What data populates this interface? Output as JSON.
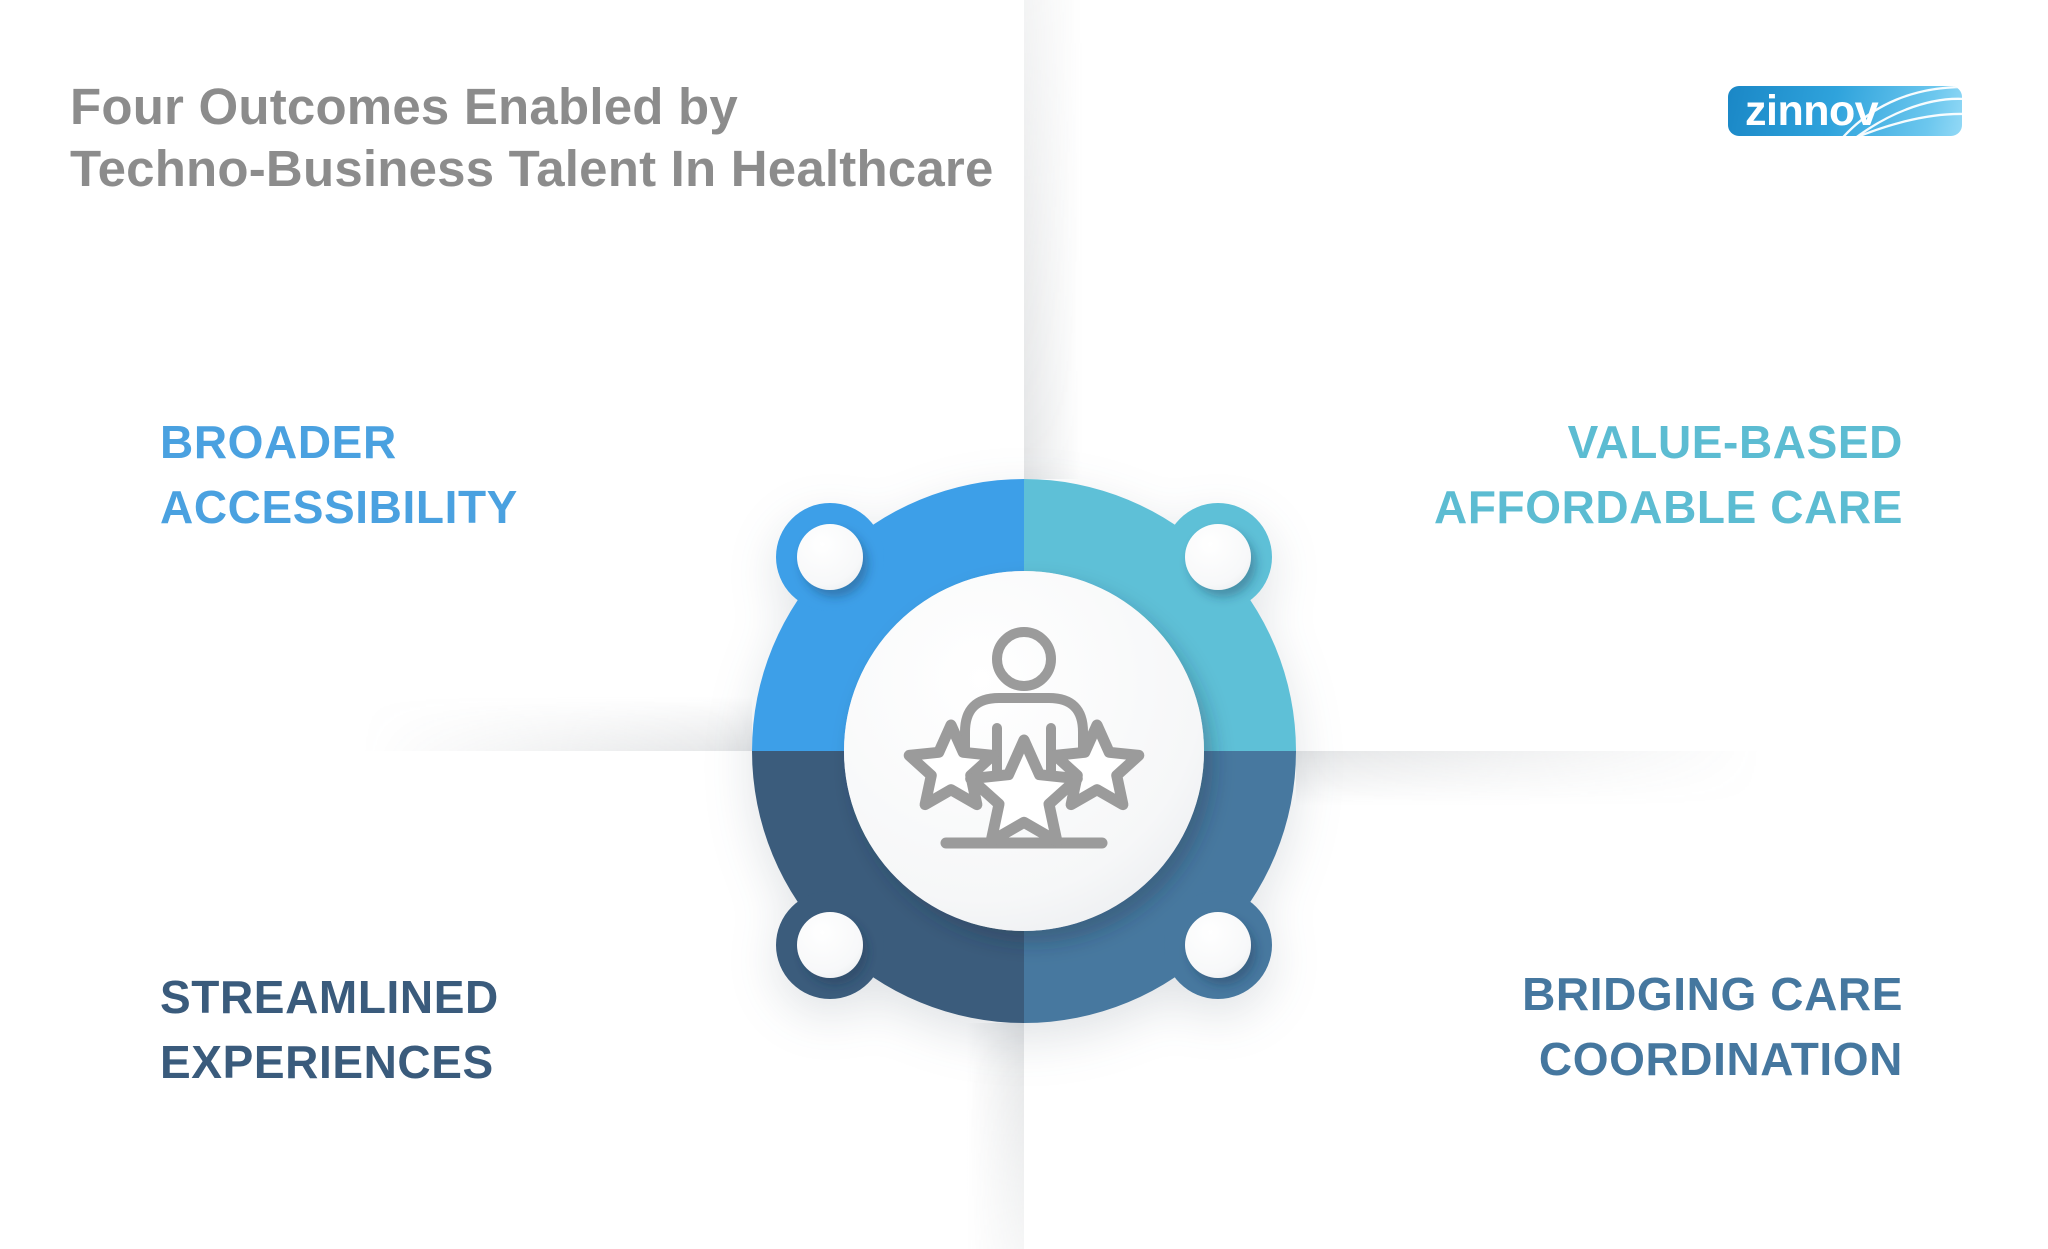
{
  "title": {
    "text": "Four Outcomes Enabled by\nTechno-Business Talent In Healthcare",
    "color": "#8c8c8c"
  },
  "logo": {
    "text": "zinnov",
    "background_gradient": [
      "#1a87c6",
      "#93d9f6"
    ],
    "swoosh_icon": "swoosh-arcs-icon"
  },
  "outcomes": {
    "top_left": {
      "label": "BROADER\nACCESSIBILITY",
      "text_color": "#4aa1e0",
      "ring_color": "#3d9fe8"
    },
    "top_right": {
      "label": "VALUE-BASED\nAFFORDABLE CARE",
      "text_color": "#5cbcd2",
      "ring_color": "#5ec0d7"
    },
    "bottom_left": {
      "label": "STREAMLINED\nEXPERIENCES",
      "text_color": "#3a5b7c",
      "ring_color": "#3b5c7c"
    },
    "bottom_right": {
      "label": "BRIDGING CARE\nCOORDINATION",
      "text_color": "#45779f",
      "ring_color": "#47789f"
    }
  },
  "diagram": {
    "type": "four-quadrant-ring",
    "center_icon": "person-with-three-stars-icon",
    "icon_color": "#9b9b9b",
    "satellite_circle_count": 4
  }
}
